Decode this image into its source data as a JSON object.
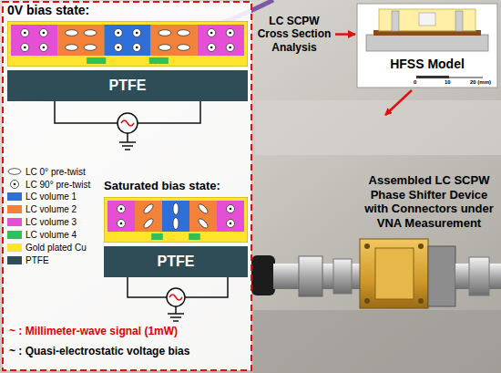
{
  "diagram": {
    "nodes": [
      {
        "text": [
          "0V bias state:"
        ]
      },
      {
        "text": [
          "PTFE"
        ],
        "in": 0
      },
      {
        "text": [
          "Saturated bias state:"
        ]
      },
      {
        "text": [
          "PTFE"
        ],
        "in": 2
      },
      {
        "text": [
          "LC SCPW Cross Section Analysis"
        ]
      },
      {
        "text": [
          "HFSS Model"
        ]
      },
      {
        "text": [
          "Assembled LC SCPW Phase Shifter Device with Connectors under VNA Measurement"
        ]
      }
    ],
    "edges": [
      {
        "from": 4,
        "to": 5,
        "arrow": "to"
      }
    ],
    "labels": [
      "0",
      "10",
      "20 (mm)",
      "~ : Millimeter-wave signal (1mW)",
      "~ : Quasi-electrostatic voltage bias"
    ],
    "legend": [
      {
        "text": "LC 0° pre-twist"
      },
      {
        "text": "LC 90° pre-twist"
      },
      {
        "text": "LC volume 1",
        "color": "#2e6fd8"
      },
      {
        "text": "LC volume 2",
        "color": "#f2813a"
      },
      {
        "text": "LC volume 3",
        "color": "#e44fd6"
      },
      {
        "text": "LC volume 4",
        "color": "#2fc05a"
      },
      {
        "text": "Gold plated Cu",
        "color": "#ffe42e"
      },
      {
        "text": "PTFE",
        "color": "#2f4d56"
      }
    ]
  }
}
